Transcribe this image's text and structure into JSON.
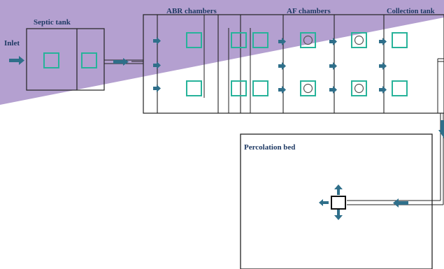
{
  "labels": {
    "inlet": "Inlet",
    "septic_tank": "Septic tank",
    "abr_chambers": "ABR chambers",
    "af_chambers": "AF chambers",
    "collection_tank": "Collection tank",
    "percolation_bed": "Percolation bed"
  },
  "colors": {
    "background_band": "#b4a0d0",
    "outline": "#222222",
    "filter_box": "#27b39a",
    "arrow": "#2f6f8a",
    "label_text": "#1f3a64",
    "distributor": "#111111"
  },
  "icons": {
    "flow_arrow": "right-arrow-icon",
    "media_box": "square-icon",
    "filter_media": "circle-in-square-icon"
  }
}
